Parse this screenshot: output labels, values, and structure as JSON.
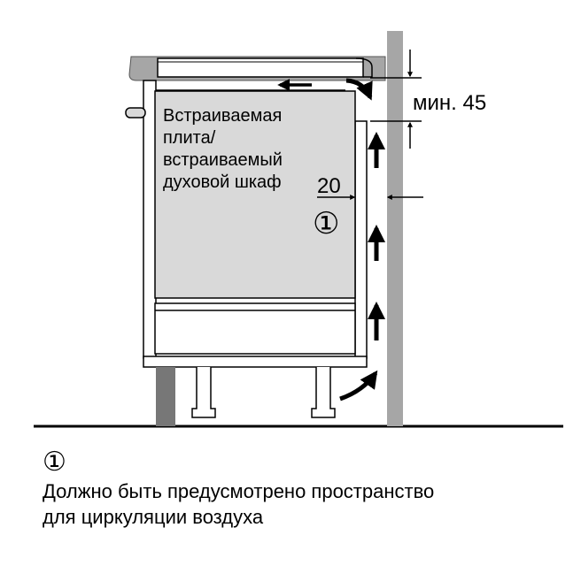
{
  "diagram": {
    "appliance_label": [
      "Встраиваемая",
      "плита/",
      "встраиваемый",
      "духовой шкаф"
    ],
    "dim_top": "мин. 45",
    "dim_gap": "20",
    "callout_marker": "①"
  },
  "legend": {
    "marker": "①",
    "text_lines": [
      "Должно быть предусмотрено пространство",
      "для циркуляции воздуха"
    ]
  },
  "colors": {
    "wall": "#a6a6a6",
    "appliance": "#d9d9d9",
    "stroke": "#000000"
  }
}
